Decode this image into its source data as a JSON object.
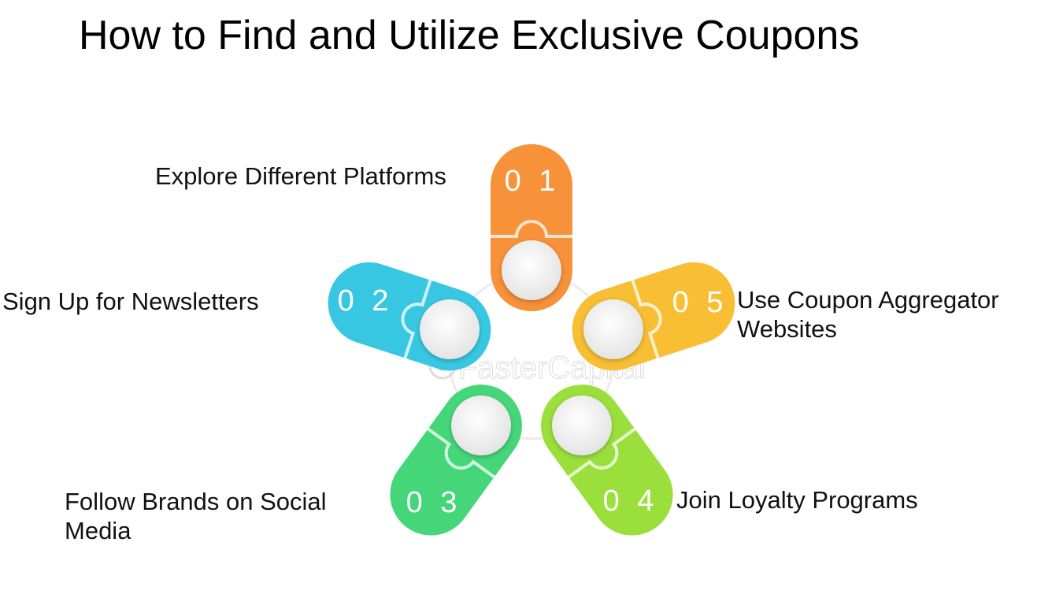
{
  "title": "How to Find and Utilize Exclusive Coupons",
  "watermark": "FasterCapital",
  "steps": [
    {
      "number": "0 1",
      "label": "Explore Different Platforms",
      "color": "#f7913a"
    },
    {
      "number": "0 2",
      "label": "Sign Up for Newsletters",
      "color": "#38c7e2"
    },
    {
      "number": "0 3",
      "label": "Follow Brands on Social Media",
      "color": "#45d67a"
    },
    {
      "number": "0 4",
      "label": "Join Loyalty Programs",
      "color": "#9bdf3c"
    },
    {
      "number": "0 5",
      "label": "Use Coupon Aggregator Websites",
      "color": "#f8bf34"
    }
  ]
}
